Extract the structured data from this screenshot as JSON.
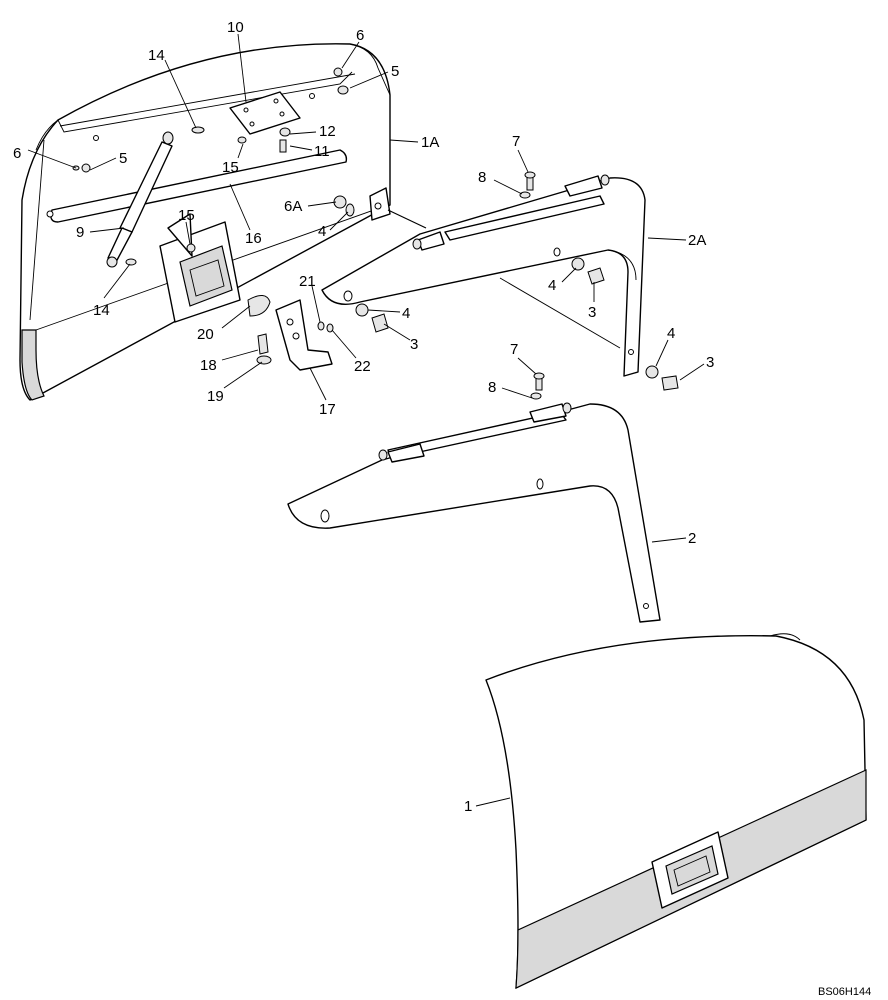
{
  "figure_id": "BS06H144",
  "callouts": [
    {
      "id": "c-10",
      "label": "10"
    },
    {
      "id": "c-6-top",
      "label": "6"
    },
    {
      "id": "c-5-top",
      "label": "5"
    },
    {
      "id": "c-14-top",
      "label": "14"
    },
    {
      "id": "c-1A",
      "label": "1A"
    },
    {
      "id": "c-12",
      "label": "12"
    },
    {
      "id": "c-11",
      "label": "11"
    },
    {
      "id": "c-15-top",
      "label": "15"
    },
    {
      "id": "c-6-left",
      "label": "6"
    },
    {
      "id": "c-5-left",
      "label": "5"
    },
    {
      "id": "c-7-top",
      "label": "7"
    },
    {
      "id": "c-8-top",
      "label": "8"
    },
    {
      "id": "c-6A",
      "label": "6A"
    },
    {
      "id": "c-4-a",
      "label": "4"
    },
    {
      "id": "c-2A",
      "label": "2A"
    },
    {
      "id": "c-9",
      "label": "9"
    },
    {
      "id": "c-15-mid",
      "label": "15"
    },
    {
      "id": "c-16",
      "label": "16"
    },
    {
      "id": "c-4-b",
      "label": "4"
    },
    {
      "id": "c-3-a",
      "label": "3"
    },
    {
      "id": "c-14-bottom",
      "label": "14"
    },
    {
      "id": "c-21",
      "label": "21"
    },
    {
      "id": "c-4-c",
      "label": "4"
    },
    {
      "id": "c-3-b",
      "label": "3"
    },
    {
      "id": "c-20",
      "label": "20"
    },
    {
      "id": "c-22",
      "label": "22"
    },
    {
      "id": "c-18",
      "label": "18"
    },
    {
      "id": "c-19",
      "label": "19"
    },
    {
      "id": "c-17",
      "label": "17"
    },
    {
      "id": "c-7-mid",
      "label": "7"
    },
    {
      "id": "c-4-d",
      "label": "4"
    },
    {
      "id": "c-3-c",
      "label": "3"
    },
    {
      "id": "c-8-mid",
      "label": "8"
    },
    {
      "id": "c-2",
      "label": "2"
    },
    {
      "id": "c-1",
      "label": "1"
    }
  ]
}
